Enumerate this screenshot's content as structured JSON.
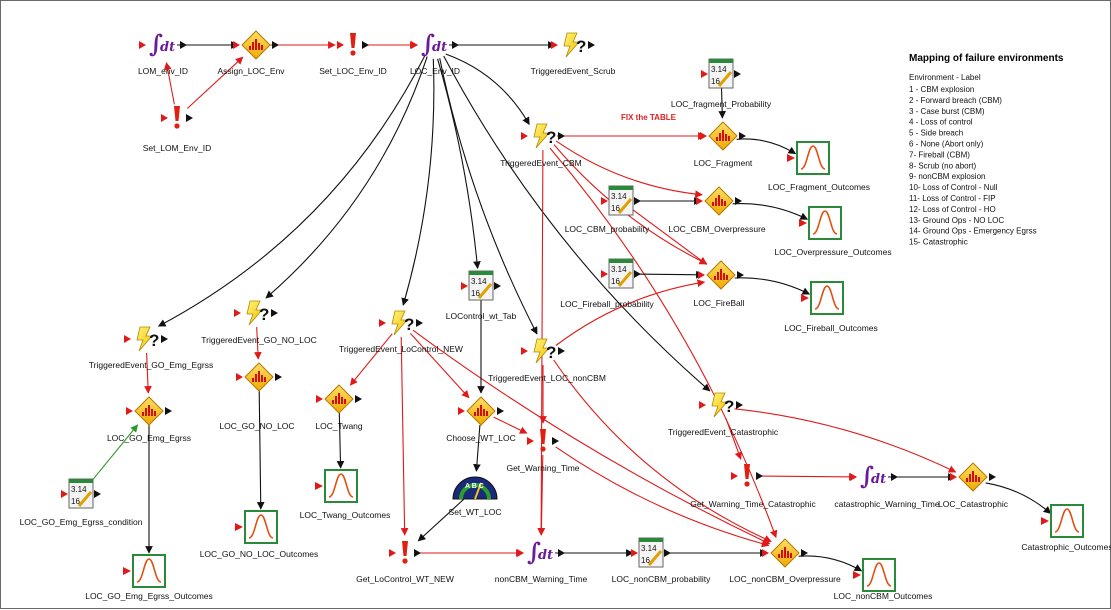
{
  "diagram": {
    "nodes": [
      {
        "id": "lom_env",
        "label": "LOM_env_ID",
        "type": "integral"
      },
      {
        "id": "assign_env",
        "label": "Assign_LOC_Env",
        "type": "decision"
      },
      {
        "id": "set_env",
        "label": "Set_LOC_Env_ID",
        "type": "exclaim"
      },
      {
        "id": "loc_env",
        "label": "LOC_Env_ID",
        "type": "integral"
      },
      {
        "id": "te_scrub",
        "label": "TriggeredEvent_Scrub",
        "type": "trigger"
      },
      {
        "id": "set_lom",
        "label": "Set_LOM_Env_ID",
        "type": "exclaim"
      },
      {
        "id": "frag_prob",
        "label": "LOC_fragment_Probability",
        "type": "calc"
      },
      {
        "id": "te_cbm",
        "label": "TriggeredEvent_CBM",
        "type": "trigger"
      },
      {
        "id": "loc_frag",
        "label": "LOC_Fragment",
        "type": "decision"
      },
      {
        "id": "frag_out",
        "label": "LOC_Fragment_Outcomes",
        "type": "outcome"
      },
      {
        "id": "cbm_prob",
        "label": "LOC_CBM_probability",
        "type": "calc"
      },
      {
        "id": "cbm_over",
        "label": "LOC_CBM_Overpressure",
        "type": "decision"
      },
      {
        "id": "over_out",
        "label": "LOC_Overpressure_Outcomes",
        "type": "outcome"
      },
      {
        "id": "fire_prob",
        "label": "LOC_Fireball_probability",
        "type": "calc"
      },
      {
        "id": "fireball",
        "label": "LOC_FireBall",
        "type": "decision"
      },
      {
        "id": "fire_out",
        "label": "LOC_Fireball_Outcomes",
        "type": "outcome"
      },
      {
        "id": "te_go_emg",
        "label": "TriggeredEvent_GO_Emg_Egrss",
        "type": "trigger"
      },
      {
        "id": "te_go_noloc",
        "label": "TriggeredEvent_GO_NO_LOC",
        "type": "trigger"
      },
      {
        "id": "te_locontrol",
        "label": "TriggeredEvent_LoControl_NEW",
        "type": "trigger"
      },
      {
        "id": "locontrol_tab",
        "label": "LOControl_wt_Tab",
        "type": "calc"
      },
      {
        "id": "te_noncbm",
        "label": "TriggeredEvent_LOC_nonCBM",
        "type": "trigger"
      },
      {
        "id": "go_emg",
        "label": "LOC_GO_Emg_Egrss",
        "type": "decision"
      },
      {
        "id": "go_noloc",
        "label": "LOC_GO_NO_LOC",
        "type": "decision"
      },
      {
        "id": "twang",
        "label": "LOC_Twang",
        "type": "decision"
      },
      {
        "id": "choose_wt",
        "label": "Choose_WT_LOC",
        "type": "decision"
      },
      {
        "id": "get_wt",
        "label": "Get_Warning_Time",
        "type": "exclaim"
      },
      {
        "id": "te_cat",
        "label": "TriggeredEvent_Catastrophic",
        "type": "trigger"
      },
      {
        "id": "go_emg_cond",
        "label": "LOC_GO_Emg_Egrss_condition",
        "type": "calc"
      },
      {
        "id": "go_noloc_out",
        "label": "LOC_GO_NO_LOC_Outcomes",
        "type": "outcome"
      },
      {
        "id": "twang_out",
        "label": "LOC_Twang_Outcomes",
        "type": "outcome"
      },
      {
        "id": "set_wt",
        "label": "Set_WT_LOC",
        "type": "gauge"
      },
      {
        "id": "get_wt_cat",
        "label": "Get_Warning_Time_Catastrophic",
        "type": "exclaim"
      },
      {
        "id": "cat_wt",
        "label": "catastrophic_Warning_Time",
        "type": "integral"
      },
      {
        "id": "loc_cat",
        "label": "LOC_Catastrophic",
        "type": "decision"
      },
      {
        "id": "cat_out",
        "label": "Catastrophic_Outcomes",
        "type": "outcome"
      },
      {
        "id": "get_locontrol",
        "label": "Get_LoControl_WT_NEW",
        "type": "exclaim"
      },
      {
        "id": "noncbm_wt",
        "label": "nonCBM_Warning_Time",
        "type": "integral"
      },
      {
        "id": "noncbm_prob",
        "label": "LOC_nonCBM_probability",
        "type": "calc"
      },
      {
        "id": "noncbm_over",
        "label": "LOC_nonCBM_Overpressure",
        "type": "decision"
      },
      {
        "id": "noncbm_out",
        "label": "LOC_nonCBM_Outcomes",
        "type": "outcome"
      },
      {
        "id": "go_emg_out",
        "label": "LOC_GO_Emg_Egrss_Outcomes",
        "type": "outcome"
      }
    ],
    "annotation": "FIX the TABLE",
    "calc_text": {
      "top": "3.14",
      "bottom": "16"
    },
    "gauge_letters": "A B C",
    "colors": {
      "dependency": "#e01a1a",
      "flow": "#111111",
      "positive": "#2a9a2a",
      "decision": "#f0c020",
      "outcome_frame": "#2a8a3a",
      "integral": "#6a1a9a"
    }
  },
  "legend": {
    "title": "Mapping of failure environments",
    "header": "Environment - Label",
    "items": [
      "1 - CBM explosion",
      "2 - Forward breach (CBM)",
      "3 - Case burst (CBM)",
      "4 - Loss of control",
      "5 - Side breach",
      "6 - None (Abort only)",
      "7- Fireball (CBM)",
      "8- Scrub (no abort)",
      "9- nonCBM explosion",
      "10- Loss of Control - Null",
      "11- Loss of Control - FIP",
      "12- Loss of Control - HO",
      "13- Ground Ops - NO LOC",
      "14- Ground Ops - Emergency Egrss",
      "15- Catastrophic"
    ]
  }
}
